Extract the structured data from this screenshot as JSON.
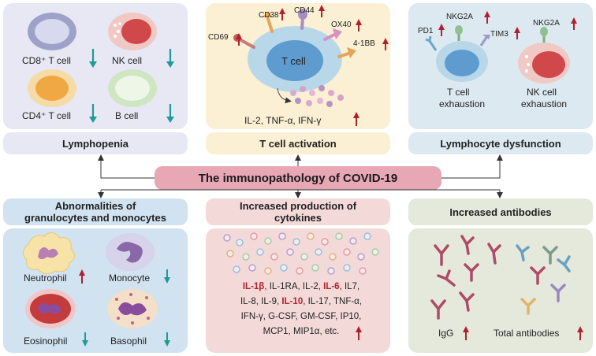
{
  "center_title": "The immunopathology of COVID-19",
  "panels": {
    "lymphopenia": {
      "title": "Lymphopenia",
      "cells": [
        "CD8⁺ T cell",
        "NK cell",
        "CD4⁺ T cell",
        "B cell"
      ]
    },
    "tcell_activation": {
      "title": "T cell activation",
      "cell_label": "T cell",
      "markers": [
        "CD69",
        "CD38",
        "CD44",
        "OX40",
        "4-1BB"
      ],
      "cytokines": "IL-2, TNF-α, IFN-γ"
    },
    "lymph_dysfunction": {
      "title": "Lymphocyte dysfunction",
      "markers": [
        "PD1",
        "NKG2A",
        "TIM3",
        "NKG2A"
      ],
      "tcell_label_1": "T cell",
      "tcell_label_2": "exhaustion",
      "nk_label_1": "NK cell",
      "nk_label_2": "exhaustion"
    },
    "granulocytes": {
      "title_line1": "Abnormalities of",
      "title_line2": "granulocytes and monocytes",
      "cells": [
        "Neutrophil",
        "Monocyte",
        "Eosinophil",
        "Basophil"
      ]
    },
    "cytokines": {
      "title_line1": "Increased production of",
      "title_line2": "cytokines",
      "line1_a": "IL-1β",
      "line1_b": ", IL-1RA, IL-2, ",
      "line1_c": "IL-6",
      "line1_d": ", IL7,",
      "line2_a": "IL-8, IL-9, ",
      "line2_b": "IL-10",
      "line2_c": ", IL-17, TNF-α,",
      "line3": "IFN-γ, G-CSF, GM-CSF, IP10,",
      "line4": "MCP1, MIP1α, etc."
    },
    "antibodies": {
      "title": "Increased antibodies",
      "labels": [
        "IgG",
        "Total antibodies"
      ]
    }
  },
  "colors": {
    "up_arrow": "#b0212f",
    "down_arrow": "#1f9a9a"
  }
}
